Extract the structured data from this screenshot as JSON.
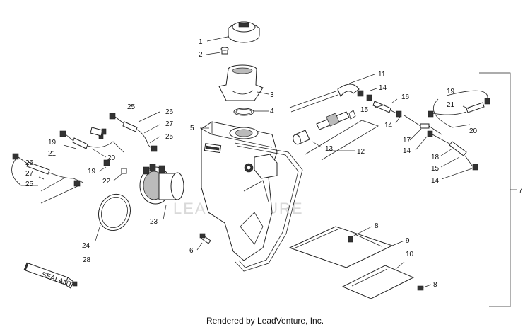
{
  "diagram": {
    "watermark": "LEADVENTURE",
    "sealant_label": "SEALANT",
    "footer": "Rendered by LeadVenture, Inc.",
    "callouts": {
      "c1": "1",
      "c2": "2",
      "c3": "3",
      "c4": "4",
      "c5": "5",
      "c6": "6",
      "c7": "7",
      "c8a": "8",
      "c8b": "8",
      "c9": "9",
      "c10": "10",
      "c11": "11",
      "c12": "12",
      "c13": "13",
      "c14a": "14",
      "c14b": "14",
      "c14c": "14",
      "c14d": "14",
      "c15a": "15",
      "c15b": "15",
      "c16": "16",
      "c17": "17",
      "c18": "18",
      "c19a": "19",
      "c19b": "19",
      "c19c": "19",
      "c20a": "20",
      "c20b": "20",
      "c21a": "21",
      "c21b": "21",
      "c22": "22",
      "c23": "23",
      "c24": "24",
      "c25a": "25",
      "c25b": "25",
      "c25c": "25",
      "c26a": "26",
      "c26b": "26",
      "c27a": "27",
      "c27b": "27",
      "c28": "28"
    }
  }
}
